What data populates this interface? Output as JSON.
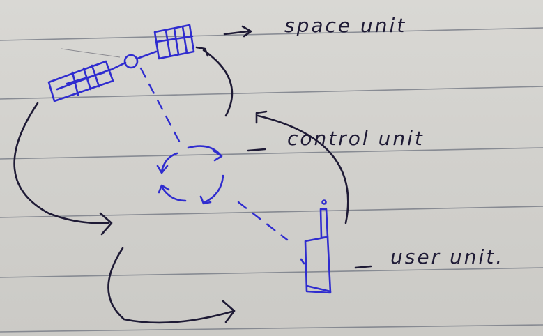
{
  "diagram": {
    "labels": {
      "space_unit": "space unit",
      "control_unit": "control unit",
      "user_unit": "user unit."
    }
  },
  "colors": {
    "paper": "#d4d4d1",
    "rule_line": "#6f7480",
    "blue_ink": "#2f2ccf",
    "black_ink": "#1e1a35"
  }
}
